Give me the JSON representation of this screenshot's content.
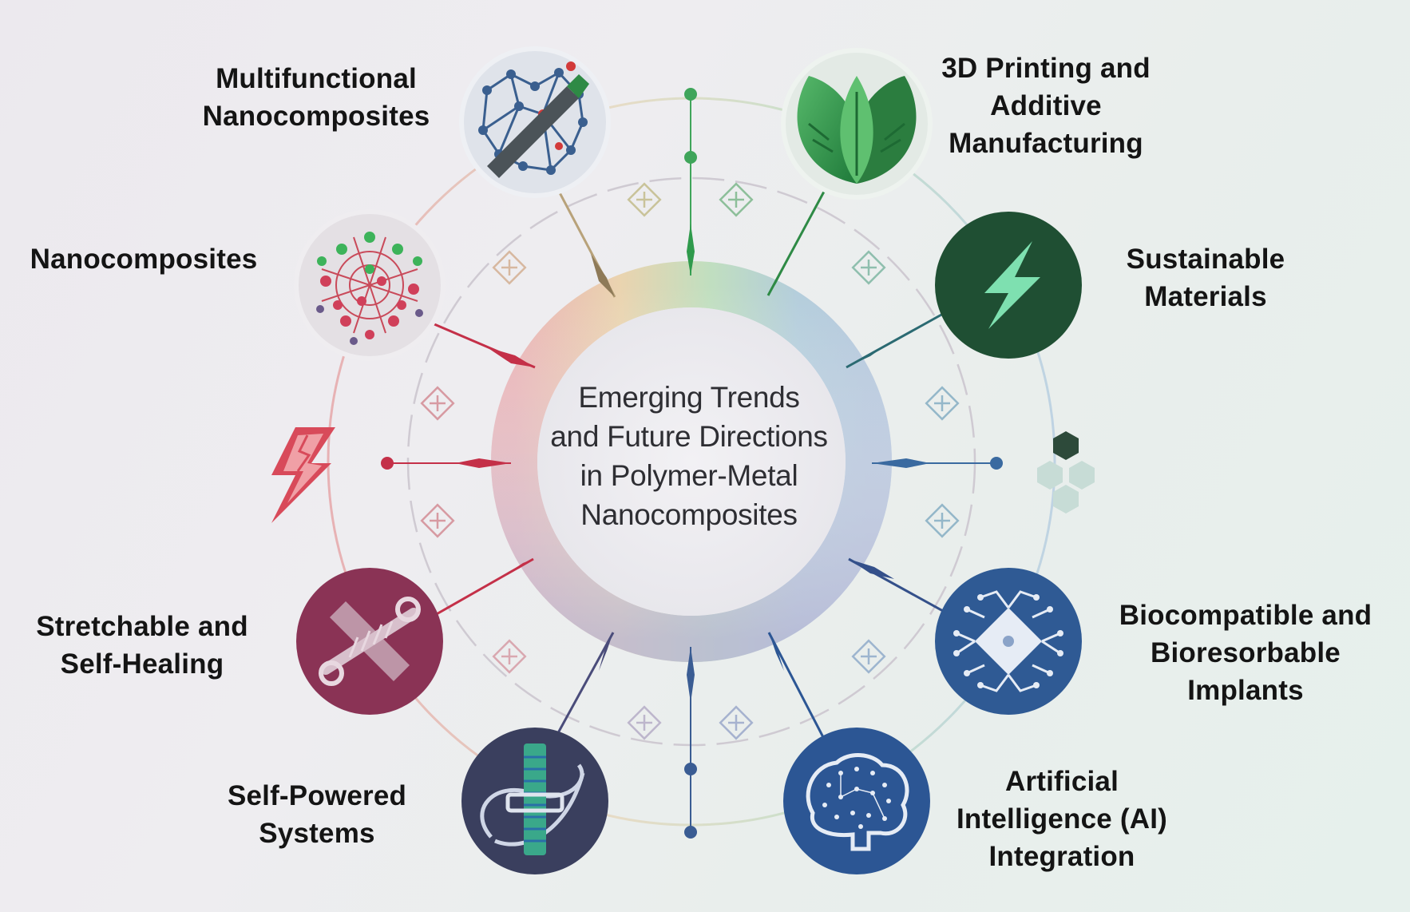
{
  "center_title": {
    "line1": "Emerging Trends",
    "line2": "and Future Directions",
    "line3": "in Polymer-Metal",
    "line4": "Nanocomposites"
  },
  "topics": [
    {
      "lines": [
        "Multifunctional",
        "Nanocomposites"
      ],
      "icon": "nanonetwork-icon",
      "color": "#dfe3ea"
    },
    {
      "lines": [
        "3D Printing and",
        "Additive",
        "Manufacturing"
      ],
      "icon": "leaf-icon",
      "color": "#2f8f4a"
    },
    {
      "lines": [
        "Nanocomposites"
      ],
      "icon": "molecule-cluster-icon",
      "color": "#e4e0e4"
    },
    {
      "lines": [
        "Sustainable",
        "Materials"
      ],
      "icon": "lightning-bolt-icon",
      "color": "#1f4f33"
    },
    {
      "lines": [
        "Stretchable and",
        "Self-Healing"
      ],
      "icon": "bandage-spring-icon",
      "color": "#8a3355"
    },
    {
      "lines": [
        "Biocompatible and",
        "Bioresorbable",
        "Implants"
      ],
      "icon": "neural-implant-icon",
      "color": "#2f5a94"
    },
    {
      "lines": [
        "Self-Powered",
        "Systems"
      ],
      "icon": "battery-coil-icon",
      "color": "#3a3f5e"
    },
    {
      "lines": [
        "Artificial",
        "Intelligence (AI)",
        "Integration"
      ],
      "icon": "brain-icon",
      "color": "#2c5694"
    }
  ],
  "decor_icons": {
    "left": "cracked-lightning-icon",
    "right": "hexagon-cluster-icon"
  }
}
